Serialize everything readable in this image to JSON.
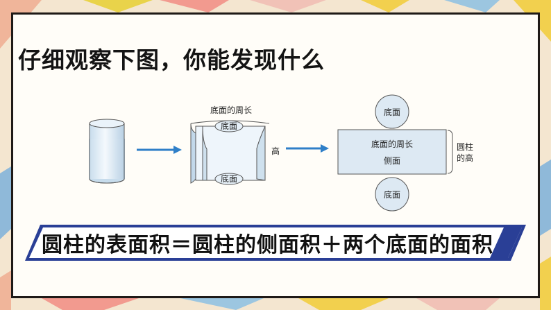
{
  "slide": {
    "title": "仔细观察下图，你能发现什么",
    "formula": "圆柱的表面积＝圆柱的侧面积＋两个底面的面积"
  },
  "diagram": {
    "label_base_circumference": "底面的周长",
    "label_base": "底面",
    "label_height": "高",
    "label_lateral": "侧面",
    "label_cylinder_height_line1": "圆柱",
    "label_cylinder_height_line2": "的高"
  },
  "colors": {
    "arrow": "#2f7fc8",
    "cylinder_fill": "#dbe9f4",
    "formula_bar": "#2a3f96",
    "frame": "#1f1a17"
  }
}
